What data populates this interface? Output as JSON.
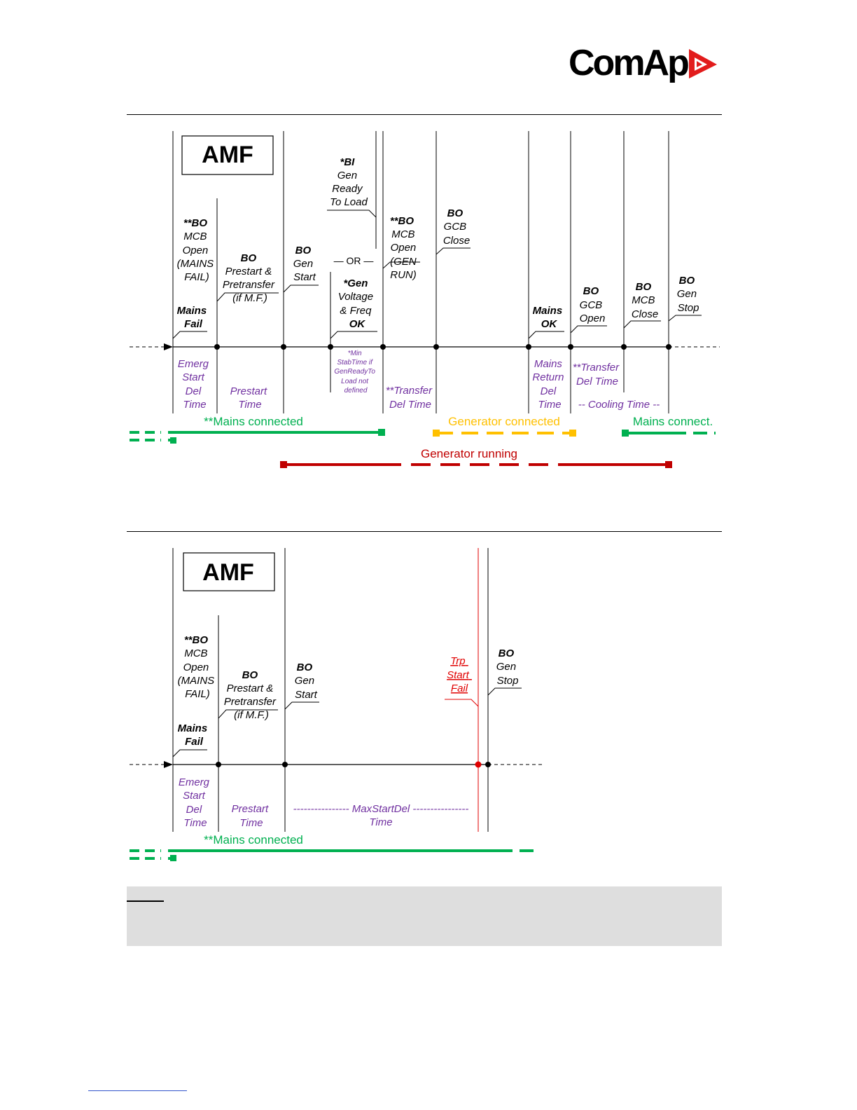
{
  "header": {
    "logo_text": "ComAp",
    "brand_color": "#e21c1c"
  },
  "colors": {
    "mains": "#00b050",
    "generator_connected": "#ffc000",
    "generator_running": "#c00000",
    "timer_text": "#7030a0",
    "trip": "#e00000"
  },
  "diagram1": {
    "title": "AMF",
    "events": {
      "mcb_open": [
        "**BO",
        "MCB",
        "Open",
        "(MAINS",
        "FAIL)"
      ],
      "mains_fail": [
        "Mains",
        "Fail"
      ],
      "prestart": [
        "BO",
        "Prestart &",
        "Pretransfer",
        "(if M.F.)"
      ],
      "gen_start": [
        "BO",
        "Gen",
        "Start"
      ],
      "gen_ready": [
        "*BI",
        "Gen",
        "Ready",
        "To Load"
      ],
      "or": "— OR —",
      "gen_voltage": [
        "*Gen",
        "Voltage",
        "& Freq",
        "OK"
      ],
      "mcb_open_genrun": [
        "**BO",
        "MCB",
        "Open",
        "(GEN",
        "RUN)"
      ],
      "gcb_close": [
        "BO",
        "GCB",
        "Close"
      ],
      "mains_ok": [
        "Mains",
        "OK"
      ],
      "gcb_open": [
        "BO",
        "GCB",
        "Open"
      ],
      "mcb_close": [
        "BO",
        "MCB",
        "Close"
      ],
      "gen_stop": [
        "BO",
        "Gen",
        "Stop"
      ]
    },
    "timers": {
      "emerg_start": [
        "Emerg",
        "Start",
        "Del",
        "Time"
      ],
      "prestart_time": [
        "Prestart",
        "Time"
      ],
      "min_stab": [
        "*Min",
        "StabTime if",
        "GenReadyTo",
        "Load not",
        "defined"
      ],
      "transfer1": [
        "**Transfer",
        "Del Time"
      ],
      "mains_return": [
        "Mains",
        "Return",
        "Del",
        "Time"
      ],
      "transfer2": [
        "**Transfer",
        "Del Time"
      ],
      "cooling": "-- Cooling Time --"
    },
    "bars": {
      "mains_connected": "**Mains connected",
      "generator_connected": "Generator connected",
      "mains_connect": "Mains connect.",
      "generator_running": "Generator running"
    }
  },
  "diagram2": {
    "title": "AMF",
    "events": {
      "mcb_open": [
        "**BO",
        "MCB",
        "Open",
        "(MAINS",
        "FAIL)"
      ],
      "mains_fail": [
        "Mains",
        "Fail"
      ],
      "prestart": [
        "BO",
        "Prestart &",
        "Pretransfer",
        "(if M.F.)"
      ],
      "gen_start": [
        "BO",
        "Gen",
        "Start"
      ],
      "trip": [
        "Trp",
        "Start",
        "Fail"
      ],
      "gen_stop": [
        "BO",
        "Gen",
        "Stop"
      ]
    },
    "timers": {
      "emerg_start": [
        "Emerg",
        "Start",
        "Del",
        "Time"
      ],
      "prestart_time": [
        "Prestart",
        "Time"
      ],
      "max_start_del": "---------------- MaxStartDel ----------------",
      "max_start_del_2": "Time"
    },
    "bars": {
      "mains_connected": "**Mains connected"
    }
  }
}
